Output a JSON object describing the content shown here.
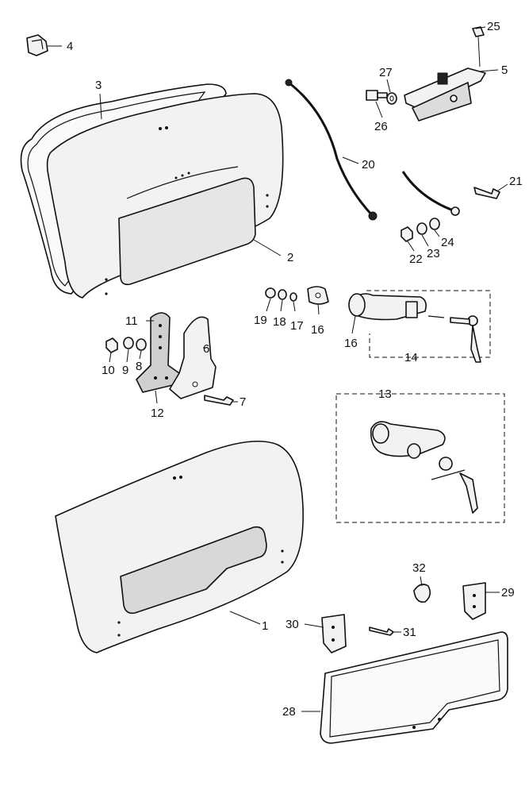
{
  "callouts": {
    "p1": "1",
    "p2": "2",
    "p3": "3",
    "p4": "4",
    "p5": "5",
    "p6": "6",
    "p7": "7",
    "p8": "8",
    "p9": "9",
    "p10": "10",
    "p11": "11",
    "p12": "12",
    "p13": "13",
    "p14": "14",
    "p16a": "16",
    "p16b": "16",
    "p17": "17",
    "p18": "18",
    "p19": "19",
    "p20": "20",
    "p21": "21",
    "p22": "22",
    "p23": "23",
    "p24": "24",
    "p25": "25",
    "p26": "26",
    "p27": "27",
    "p28": "28",
    "p29": "29",
    "p30": "30",
    "p31": "31",
    "p32": "32"
  },
  "colors": {
    "ink": "#111111",
    "paper": "#ffffff",
    "fill": "#f2f2f2"
  }
}
